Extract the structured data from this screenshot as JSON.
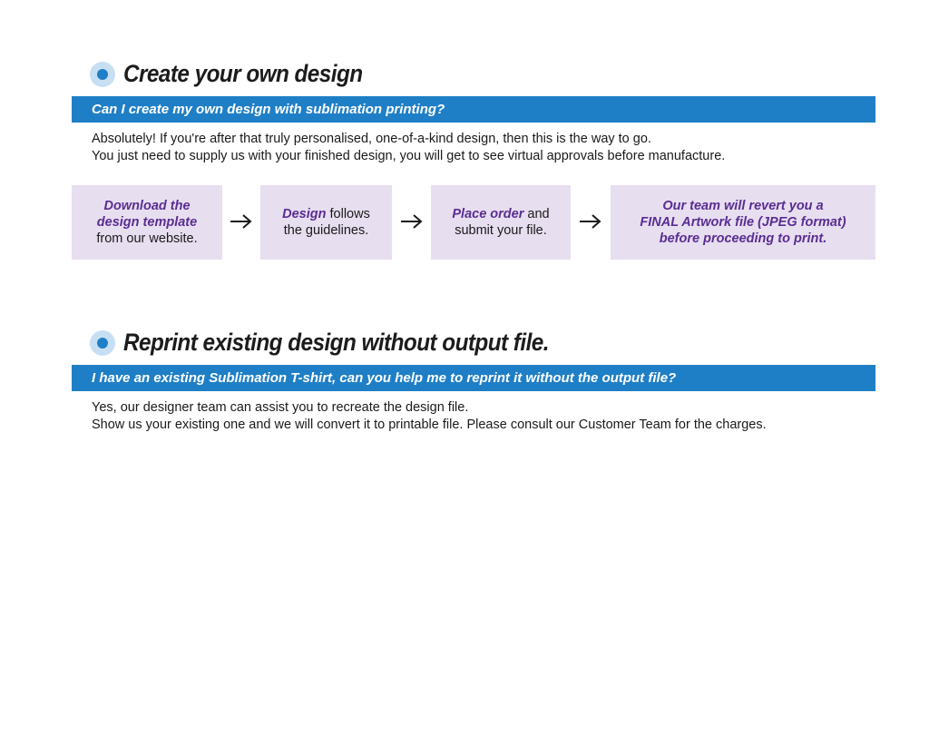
{
  "section1": {
    "heading": "Create your own design",
    "question": "Can I create my own design with sublimation printing?",
    "answer_lines": [
      "Absolutely! If you're after that truly personalised, one-of-a-kind design, then this is the way to go.",
      "You just need to supply us with your finished design, you will get to see virtual approvals before manufacture."
    ],
    "steps": [
      {
        "highlight_lines": [
          "Download the",
          "design template"
        ],
        "plain_line": "from our website."
      },
      {
        "highlight": "Design",
        "plain_after": " follows",
        "plain_line": "the guidelines."
      },
      {
        "highlight": "Place order",
        "plain_after": " and",
        "plain_line": "submit your file."
      },
      {
        "highlight_lines": [
          "Our team will revert you a",
          "FINAL Artwork file (JPEG format)",
          "before proceeding to print."
        ]
      }
    ]
  },
  "section2": {
    "heading": "Reprint existing design without output file.",
    "question": "I have an existing Sublimation T-shirt, can you help me to reprint it without the output file?",
    "answer_lines": [
      "Yes, our designer team can assist you to recreate the design file.",
      "Show us your existing one and we will convert it to printable file. Please consult our Customer Team for the charges."
    ]
  },
  "colors": {
    "accent_blue": "#1f7fc6",
    "bullet_ring": "#c8dff3",
    "step_background": "#e7def0",
    "step_highlight": "#5a2d91"
  },
  "icons": {
    "bullet": "circle-bullet-icon",
    "arrow": "arrow-right-icon"
  }
}
